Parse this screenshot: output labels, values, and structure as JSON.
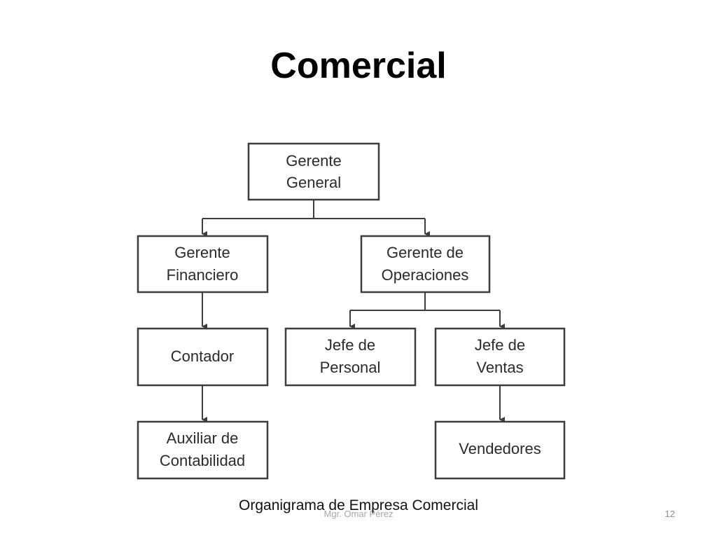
{
  "title": "Comercial",
  "org_chart": {
    "gerente_general": [
      "Gerente",
      "General"
    ],
    "gerente_financiero": [
      "Gerente",
      "Financiero"
    ],
    "gerente_operaciones": [
      "Gerente de",
      "Operaciones"
    ],
    "contador": [
      "Contador"
    ],
    "jefe_personal": [
      "Jefe de",
      "Personal"
    ],
    "jefe_ventas": [
      "Jefe de",
      "Ventas"
    ],
    "auxiliar_contabilidad": [
      "Auxiliar de",
      "Contabilidad"
    ],
    "vendedores": [
      "Vendedores"
    ]
  },
  "caption": "Organigrama de Empresa Comercial",
  "footer": {
    "author": "Mgr. Omar Pérez",
    "slide_number": "12"
  },
  "colors": {
    "box_border": "#3d3d3d",
    "text": "#2b2b2b"
  }
}
